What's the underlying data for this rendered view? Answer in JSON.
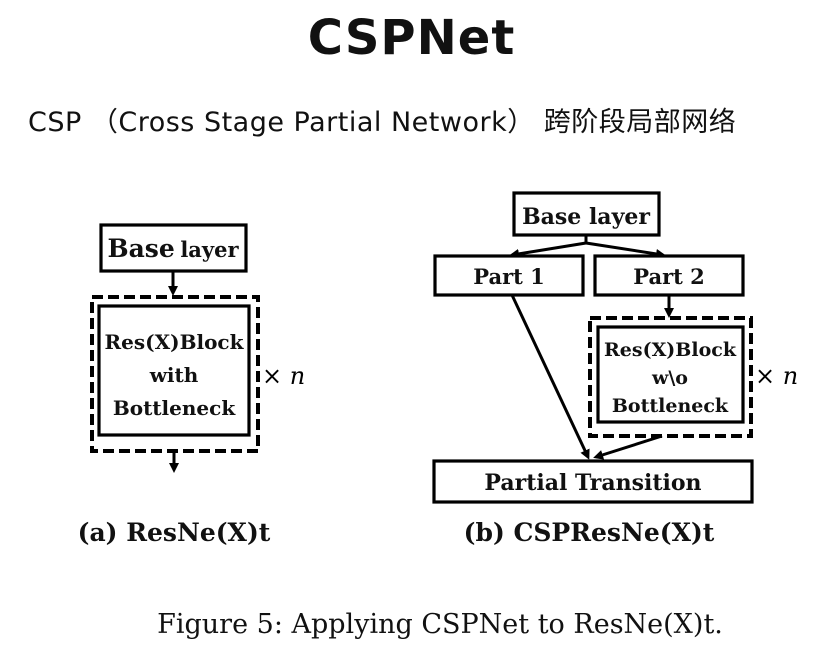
{
  "header": {
    "title": "CSPNet",
    "subtitle": "CSP （Cross Stage Partial Network） 跨阶段局部网络"
  },
  "diagram_a": {
    "base_layer_word": "Base",
    "base_layer_word2": "layer",
    "block_line1": "Res(X)Block",
    "block_line2": "with",
    "block_line3": "Bottleneck",
    "repeat": "× n",
    "caption": "(a) ResNe(X)t"
  },
  "diagram_b": {
    "base_layer": "Base layer",
    "part1": "Part 1",
    "part2": "Part 2",
    "block_line1": "Res(X)Block",
    "block_line2": "w\\o",
    "block_line3": "Bottleneck",
    "repeat": "× n",
    "transition": "Partial Transition",
    "caption": "(b) CSPResNe(X)t"
  },
  "figure_caption": "Figure 5: Applying CSPNet to ResNe(X)t."
}
